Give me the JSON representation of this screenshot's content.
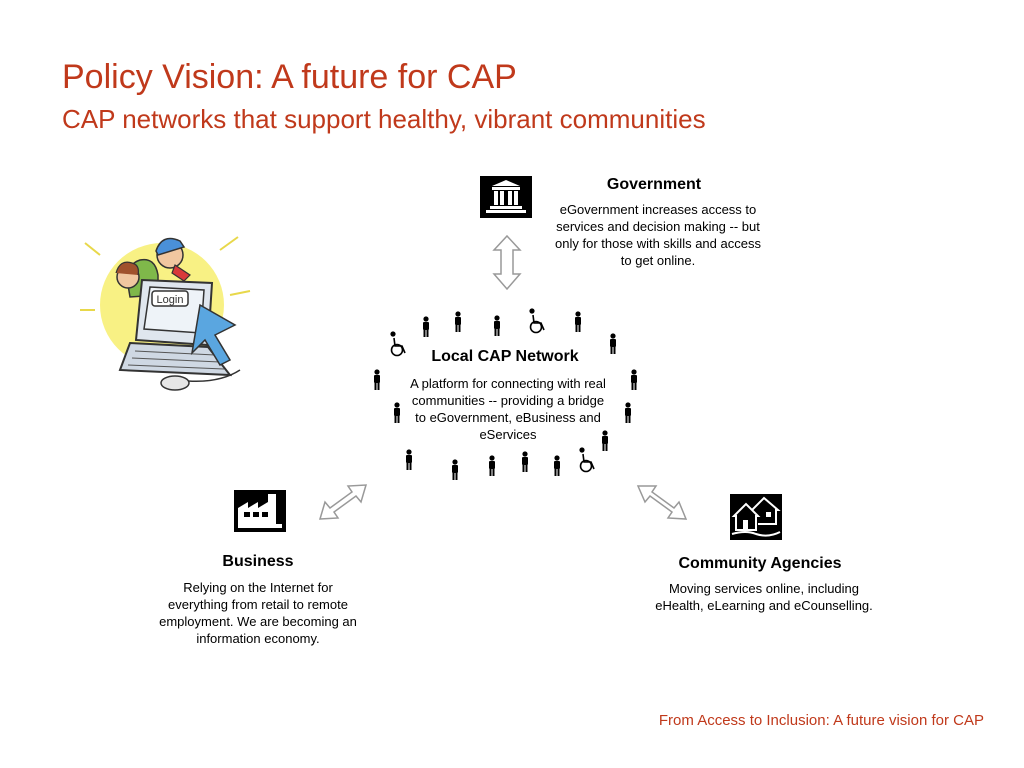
{
  "slide": {
    "title": "Policy Vision: A future for CAP",
    "subtitle": "CAP networks that support healthy, vibrant communities",
    "footer": "From Access to Inclusion: A future vision for CAP"
  },
  "nodes": {
    "government": {
      "heading": "Government",
      "description": "eGovernment increases access to services and decision making -- but only for those with skills and access to get online.",
      "icon": "government-building-icon"
    },
    "network": {
      "heading": "Local CAP Network",
      "description": "A platform for connecting  with real communities -- providing a bridge to eGovernment, eBusiness and eServices",
      "icon": "people-ring-icon"
    },
    "business": {
      "heading": "Business",
      "description": "Relying on the Internet for everything from retail to remote employment. We are becoming an information economy.",
      "icon": "factory-icon"
    },
    "community": {
      "heading": "Community Agencies",
      "description": "Moving services online, including eHealth, eLearning and eCounselling.",
      "icon": "houses-icon"
    }
  },
  "illustration": {
    "screen_text": "Login",
    "icon": "computer-users-illustration"
  },
  "colors": {
    "accent": "#c0391b",
    "text": "#000000",
    "arrow_stroke": "#999999"
  }
}
